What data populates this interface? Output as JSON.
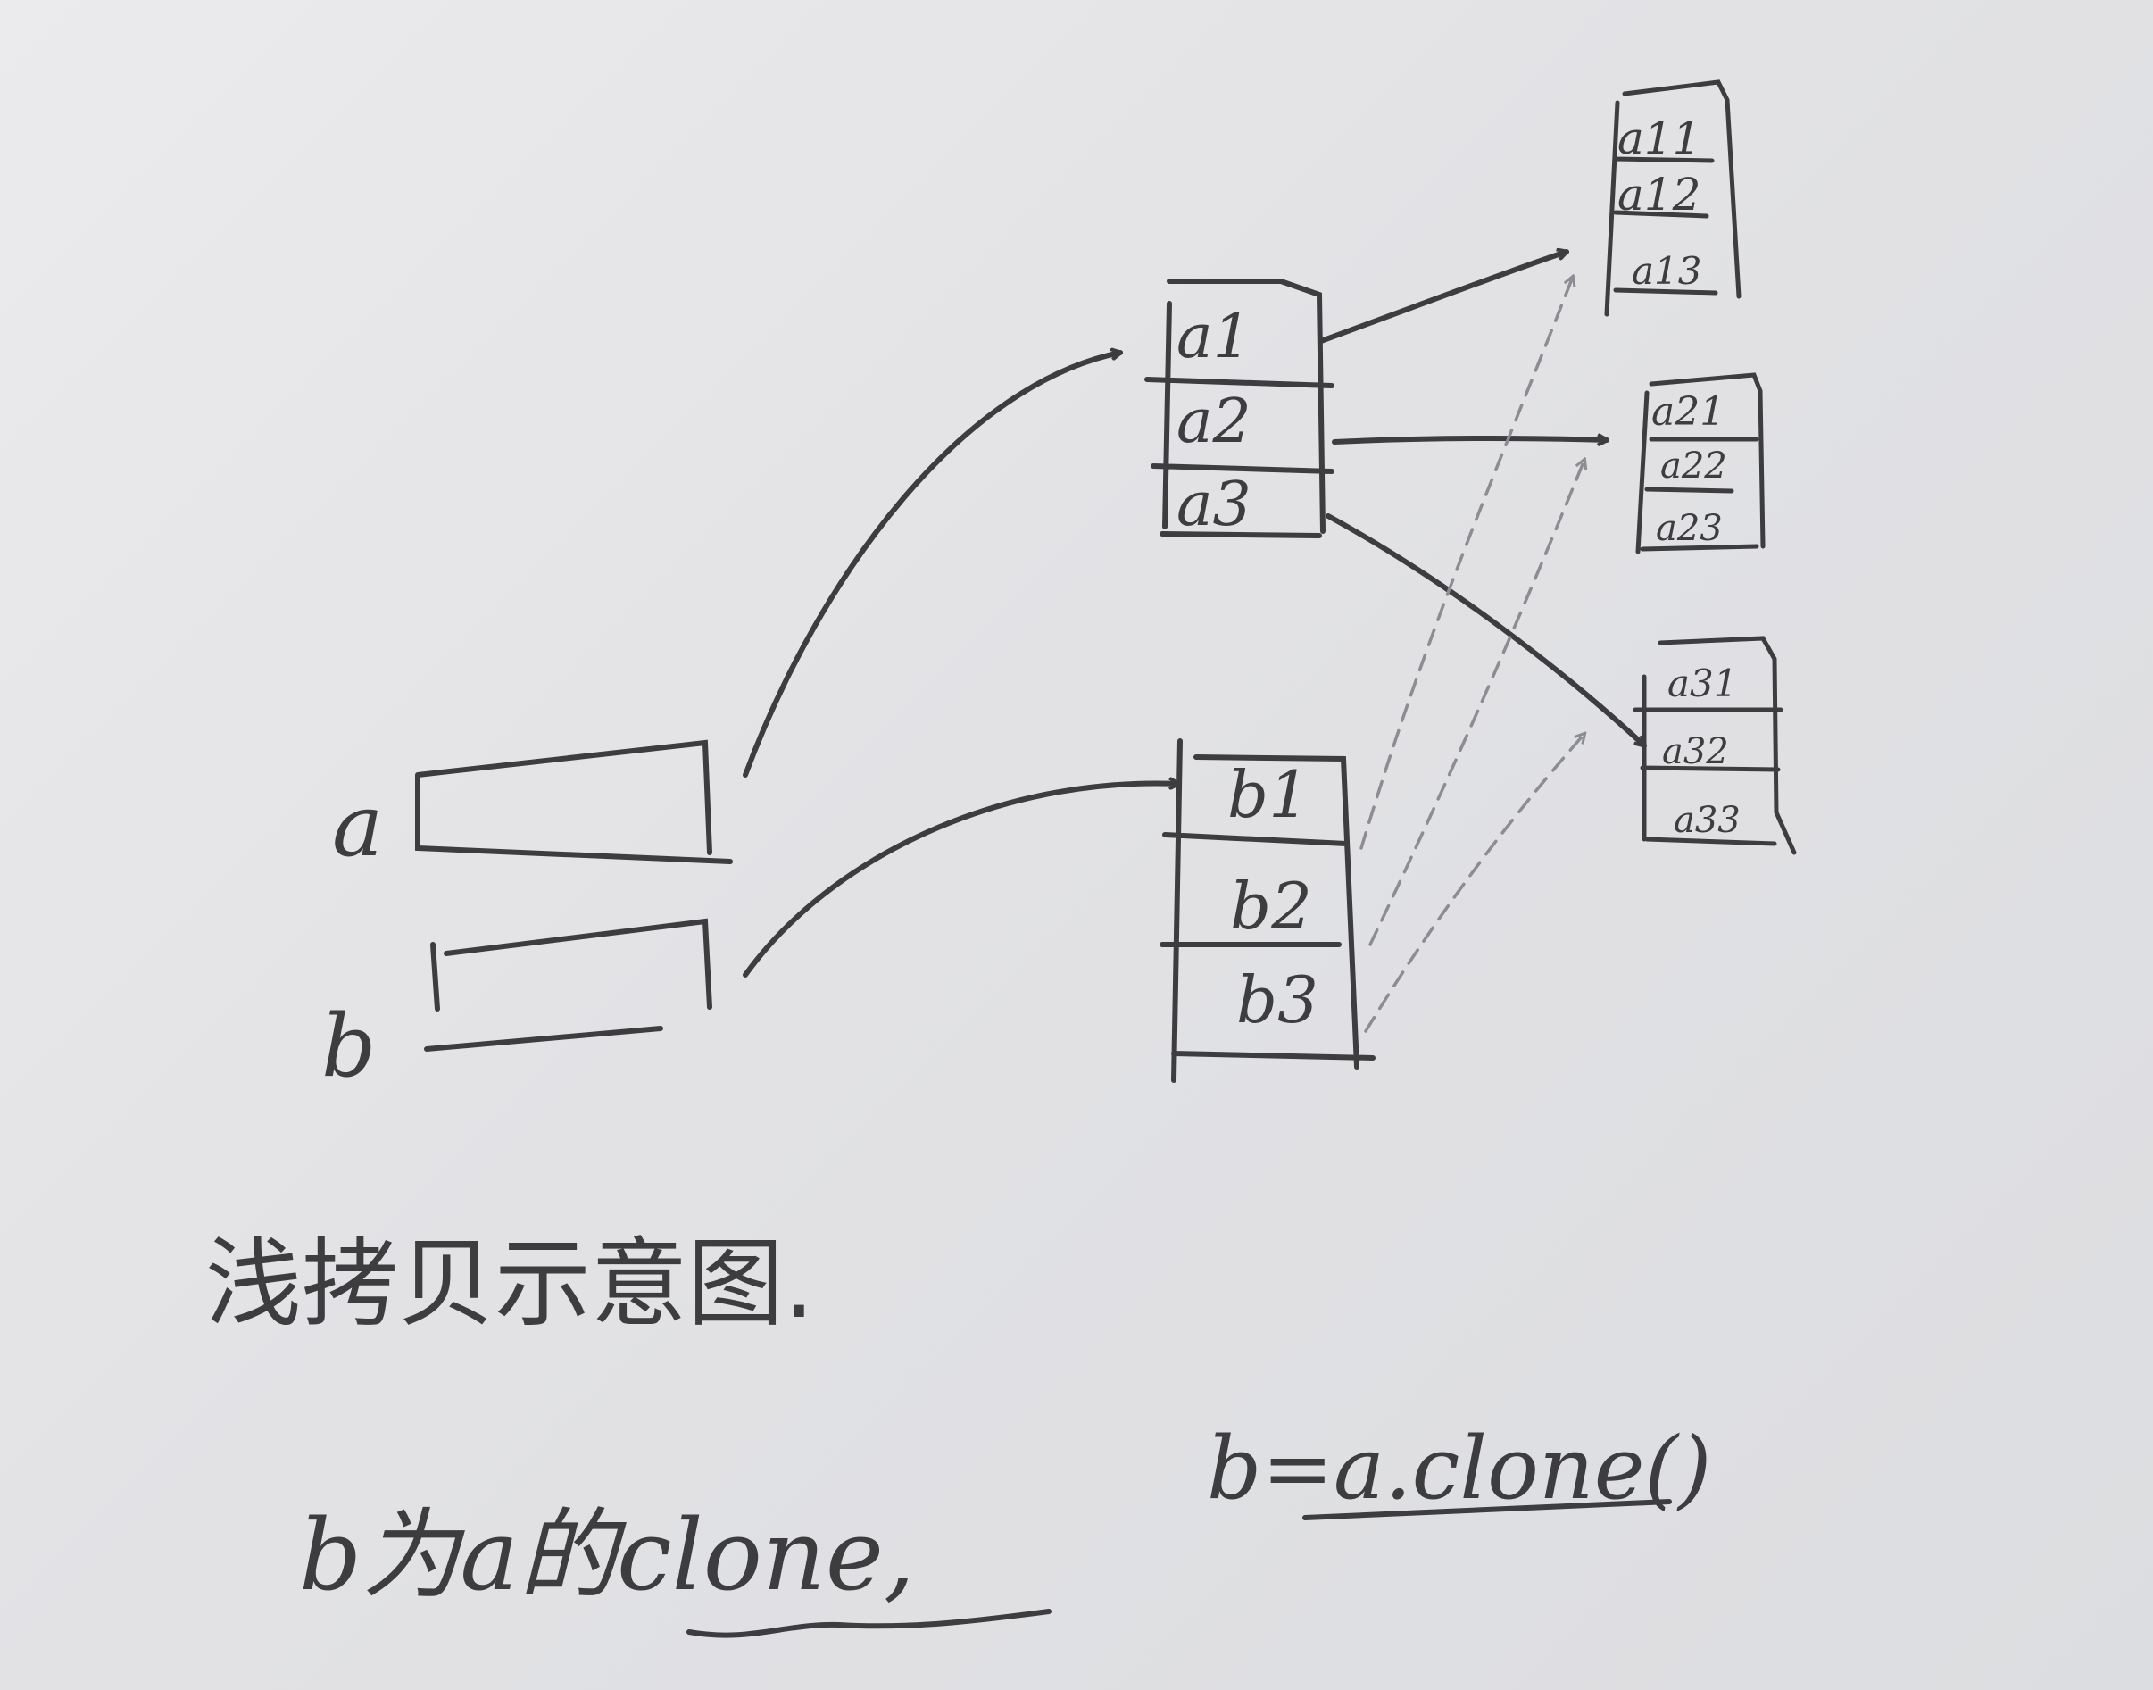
{
  "variables": {
    "a_label": "a",
    "b_label": "b"
  },
  "array_a": {
    "cells": [
      "a1",
      "a2",
      "a3"
    ]
  },
  "array_b": {
    "cells": [
      "b1",
      "b2",
      "b3"
    ]
  },
  "sub_arrays": [
    {
      "cells": [
        "a11",
        "a12",
        "a13"
      ]
    },
    {
      "cells": [
        "a21",
        "a22",
        "a23"
      ]
    },
    {
      "cells": [
        "a31",
        "a32",
        "a33"
      ]
    }
  ],
  "caption": "浅拷贝示意图.",
  "note": "b为a的clone,",
  "code": "b=a.clone()",
  "ink_color": "#3d3d40",
  "faint_ink_color": "#8c8c92"
}
